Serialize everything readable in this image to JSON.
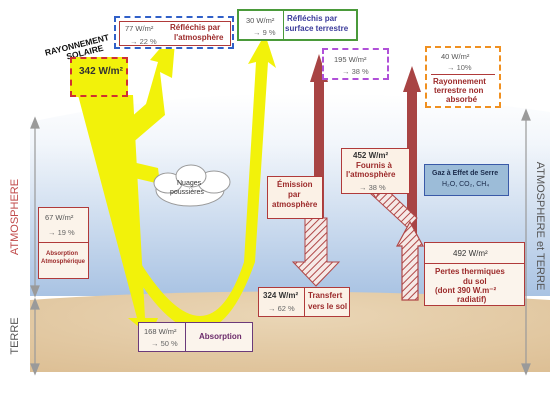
{
  "colors": {
    "sky_top": "#ffffff",
    "sky_bottom": "#a9c3e3",
    "ground": "#e4cba6",
    "solar_arrow": "#f2f20a",
    "thermal_arrow": "#a84444",
    "box_border_red": "#b03a3a",
    "box_border_purple": "#6b3a7a",
    "box_border_blue": "#3060c8",
    "box_border_green": "#4a9a3a",
    "box_border_orange": "#f09020",
    "box_border_violet": "#b050d8"
  },
  "solar": {
    "title_line1": "RAYONNEMENT",
    "title_line2": "SOLAIRE",
    "value": "342 W/m²"
  },
  "reflected_atmosphere": {
    "value": "77 W/m²",
    "pct": "→ 22 %",
    "label_line1": "Réfléchis par",
    "label_line2": "l'atmosphère"
  },
  "reflected_surface": {
    "value": "30 W/m²",
    "pct": "→ 9 %",
    "label_line1": "Réfléchis par",
    "label_line2": "surface terrestre"
  },
  "emitted_space": {
    "value": "195 W/m²",
    "pct": "→ 38 %"
  },
  "not_absorbed": {
    "value": "40 W/m²",
    "pct": "→ 10%",
    "label_line1": "Rayonnement",
    "label_line2": "terrestre non",
    "label_line3": "absorbé"
  },
  "clouds": {
    "line1": "Nuages",
    "line2": "poussières"
  },
  "atm_absorption": {
    "value": "67 W/m²",
    "pct": "→ 19 %",
    "label_line1": "Absorption",
    "label_line2": "Atmosphérique"
  },
  "emission": {
    "line1": "Émission",
    "line2": "par",
    "line3": "atmosphère"
  },
  "provided_atm": {
    "value": "452 W/m²",
    "line1": "Fournis à",
    "line2": "l'atmosphère",
    "pct": "→ 38 %"
  },
  "greenhouse": {
    "title": "Gaz à Effet de Serre",
    "formula": "H₂O, CO₂, CH₄"
  },
  "losses": {
    "value": "492 W/m²",
    "line1": "Pertes thermiques",
    "line2": "du sol",
    "line3": "(dont 390 W.m⁻²",
    "line4": "radiatif)"
  },
  "transfer": {
    "value": "324 W/m²",
    "pct": "→ 62 %",
    "line1": "Transfert",
    "line2": "vers le sol"
  },
  "ground_absorption": {
    "value": "168 W/m²",
    "pct": "→ 50 %",
    "label": "Absorption"
  },
  "side_labels": {
    "atmosphere": "ATMOSPHERE",
    "terre": "TERRE",
    "atm_et_terre": "ATMOSPHERE et TERRE"
  }
}
